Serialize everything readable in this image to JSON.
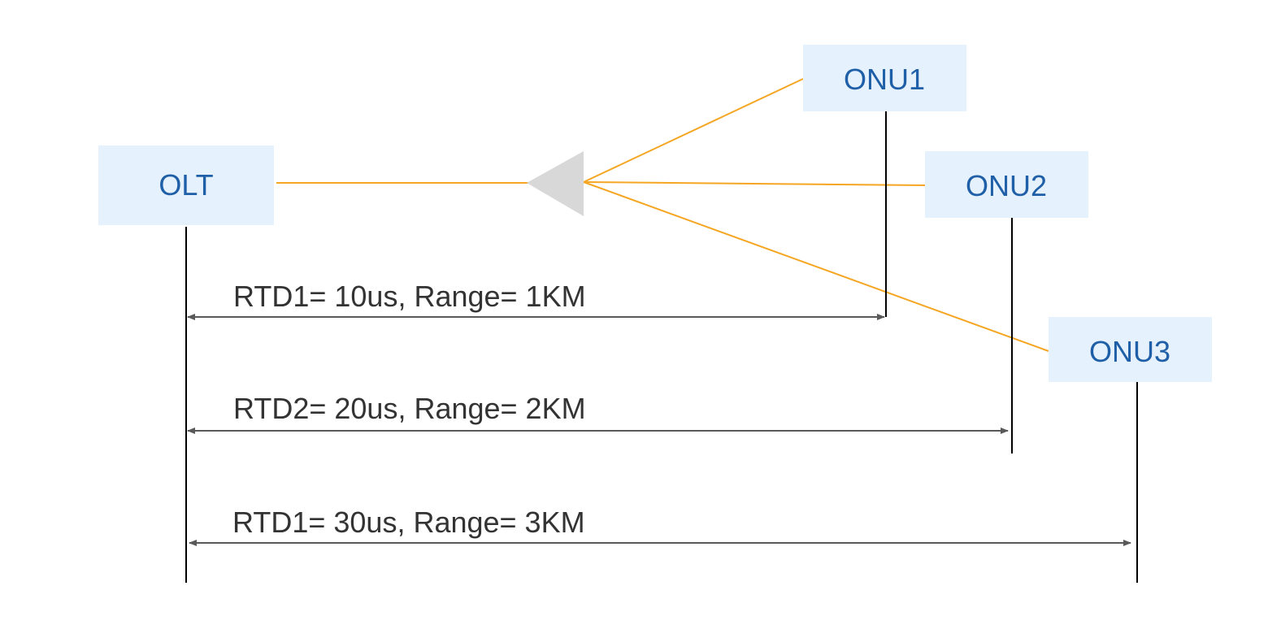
{
  "colors": {
    "node_fill": "#e5f1fc",
    "node_text": "#1f5fa8",
    "fiber": "#f5a623",
    "splitter": "#d8d8d8",
    "timeline": "#000000",
    "measure": "#595959",
    "label_text": "#333333"
  },
  "nodes": {
    "olt": "OLT",
    "onu1": "ONU1",
    "onu2": "ONU2",
    "onu3": "ONU3"
  },
  "measurements": [
    {
      "label": "RTD1= 10us, Range= 1KM",
      "rtd_us": 10,
      "range_km": 1
    },
    {
      "label": "RTD2= 20us, Range= 2KM",
      "rtd_us": 20,
      "range_km": 2
    },
    {
      "label": "RTD1= 30us, Range= 3KM",
      "rtd_us": 30,
      "range_km": 3
    }
  ]
}
